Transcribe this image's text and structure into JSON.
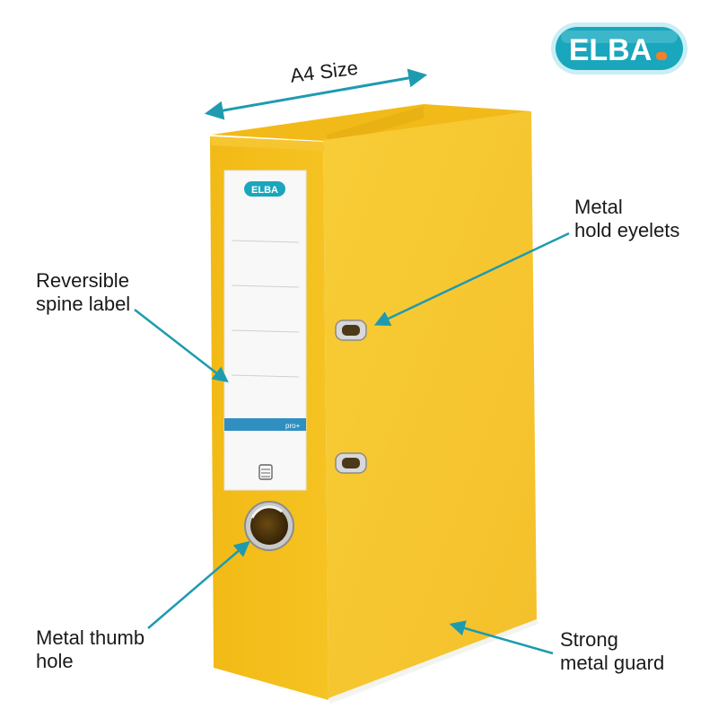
{
  "brand": {
    "logo_text": "ELBA",
    "spine_logo_text": "ELBA"
  },
  "dimension": {
    "label": "A4 Size"
  },
  "callouts": {
    "spine_label": "Reversible\nspine label",
    "eyelets": "Metal\nhold eyelets",
    "thumb_hole": "Metal thumb\nhole",
    "guard": "Strong\nmetal guard"
  },
  "spine_tag": {
    "text": "pro+"
  },
  "colors": {
    "binder_front": "#f5c21b",
    "binder_side": "#f7cb33",
    "binder_edge": "#e0a90f",
    "arrow": "#1e9bb0",
    "logo_teal": "#1aa6bd",
    "logo_orange": "#f0802a",
    "label_blue": "#2f8fc0"
  },
  "icons": [
    "elba-logo-icon",
    "thumb-hole-icon",
    "eyelet-icon",
    "arrow-icon",
    "barcode-icon"
  ]
}
